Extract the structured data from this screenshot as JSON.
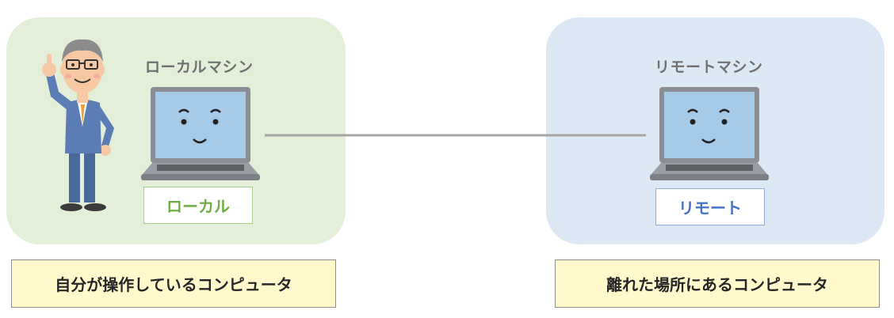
{
  "local": {
    "title": "ローカルマシン",
    "tag": "ローカル",
    "caption": "自分が操作しているコンピュータ",
    "panel_color": "#e3efd9",
    "tag_color": "#70ad47"
  },
  "remote": {
    "title": "リモートマシン",
    "tag": "リモート",
    "caption": "離れた場所にあるコンピュータ",
    "panel_color": "#dde8f5",
    "tag_color": "#4472c4"
  },
  "connection": {
    "color": "#a6a6a6"
  },
  "icons": {
    "person": "businessman-pointing-icon",
    "laptop": "smiling-laptop-icon"
  }
}
